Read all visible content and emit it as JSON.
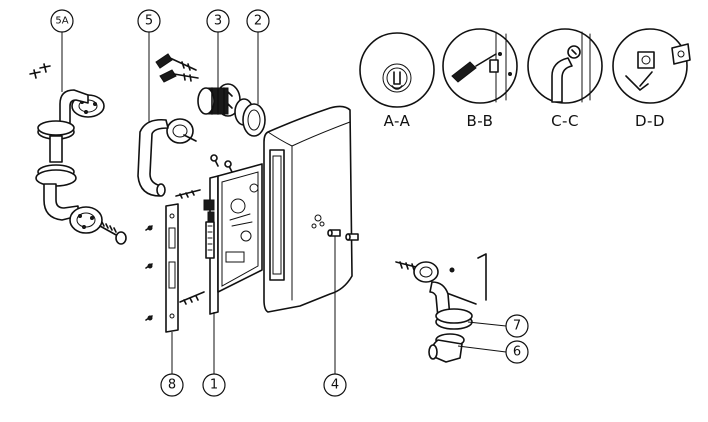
{
  "callouts": {
    "c5a": "5A",
    "c5": "5",
    "c3": "3",
    "c2": "2",
    "c1": "1",
    "c8": "8",
    "c4": "4",
    "c7": "7",
    "c6": "6"
  },
  "details": {
    "aa": "A-A",
    "bb": "B-B",
    "cc": "C-C",
    "dd": "D-D"
  }
}
